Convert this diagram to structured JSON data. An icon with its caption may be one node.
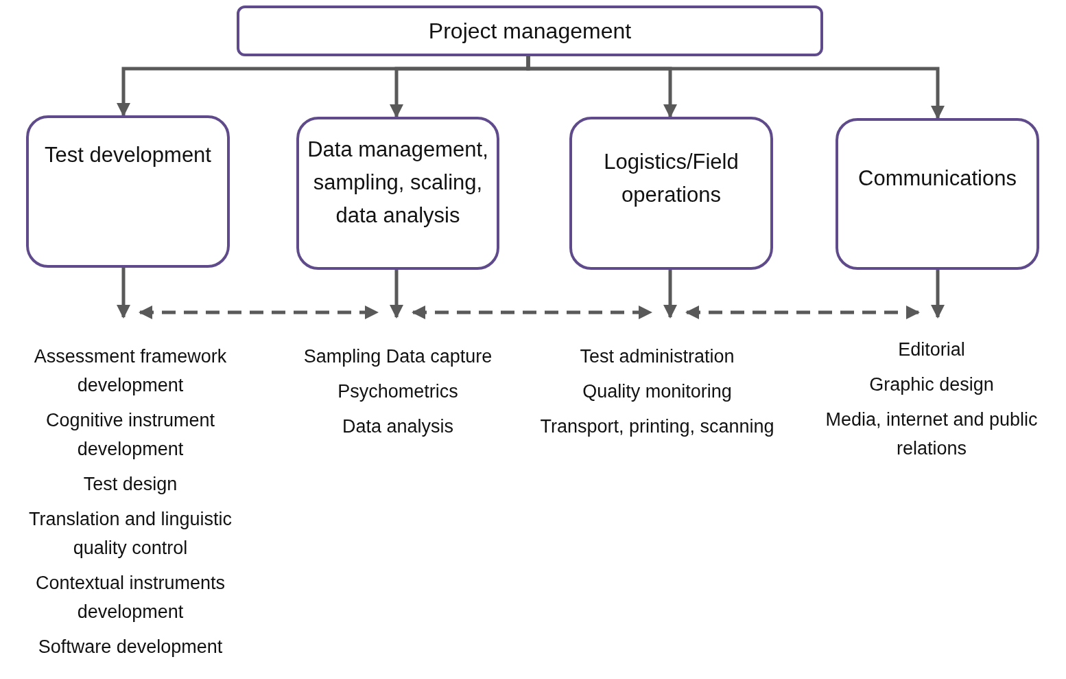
{
  "diagram": {
    "nodes": [
      {
        "text": [
          "Project management"
        ]
      },
      {
        "text": [
          "Test development"
        ]
      },
      {
        "text": [
          "Data management, sampling, scaling, data analysis"
        ]
      },
      {
        "text": [
          "Logistics/Field operations"
        ]
      },
      {
        "text": [
          "Communications"
        ]
      },
      {
        "text": [
          "Assessment framework development",
          "Cognitive instrument development",
          "Test design",
          "Translation and linguistic quality control",
          "Contextual instruments development",
          "Software development"
        ]
      },
      {
        "text": [
          "Sampling Data capture",
          "Psychometrics",
          "Data analysis"
        ]
      },
      {
        "text": [
          "Test administration",
          "Quality monitoring",
          "Transport, printing, scanning"
        ]
      },
      {
        "text": [
          "Editorial",
          "Graphic design",
          "Media, internet and public relations"
        ]
      }
    ],
    "edges": [
      {
        "from": 0,
        "to": 1,
        "arrow": "to"
      },
      {
        "from": 0,
        "to": 2,
        "arrow": "to"
      },
      {
        "from": 0,
        "to": 3,
        "arrow": "to"
      },
      {
        "from": 0,
        "to": 4,
        "arrow": "to"
      },
      {
        "from": 1,
        "to": 5,
        "arrow": "to"
      },
      {
        "from": 2,
        "to": 6,
        "arrow": "to"
      },
      {
        "from": 3,
        "to": 7,
        "arrow": "to"
      },
      {
        "from": 4,
        "to": 8,
        "arrow": "to"
      },
      {
        "from": 5,
        "to": 6,
        "arrow": "both",
        "style": "dashed"
      },
      {
        "from": 6,
        "to": 7,
        "arrow": "both",
        "style": "dashed"
      },
      {
        "from": 7,
        "to": 8,
        "arrow": "both",
        "style": "dashed"
      }
    ]
  }
}
